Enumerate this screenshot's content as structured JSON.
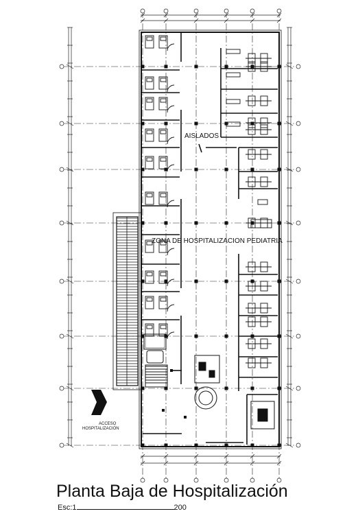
{
  "labels": {
    "aislados": "AISLADOS",
    "zona": "ZONA DE HOSPITALIZACION PEDIATRIA",
    "acceso_line1": "ACCESO",
    "acceso_line2": "HOSPITALIZACIÓN"
  },
  "title": "Planta Baja de Hospitalización",
  "scale": {
    "prefix": "Esc:1",
    "value": "200"
  },
  "colors": {
    "line": "#111111",
    "background": "#ffffff"
  }
}
